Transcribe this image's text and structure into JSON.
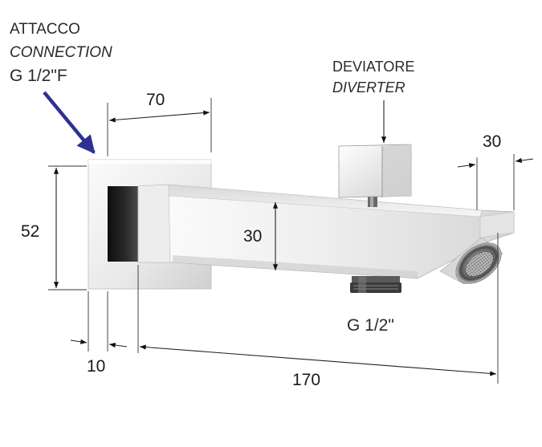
{
  "labels": {
    "connection_it": "ATTACCO",
    "connection_en": "CONNECTION",
    "connection_thread": "G 1/2\"F",
    "diverter_it": "DEVIATORE",
    "diverter_en": "DIVERTER",
    "outlet_thread": "G 1/2\""
  },
  "dimensions": {
    "plate_width": "70",
    "plate_height": "52",
    "plate_depth": "10",
    "spout_height": "30",
    "spout_length": "170",
    "outlet_length": "30"
  },
  "colors": {
    "pointer_arrow": "#2e3192",
    "chrome_dark": "#1c1c1c",
    "chrome_light": "#f2f2f2"
  }
}
